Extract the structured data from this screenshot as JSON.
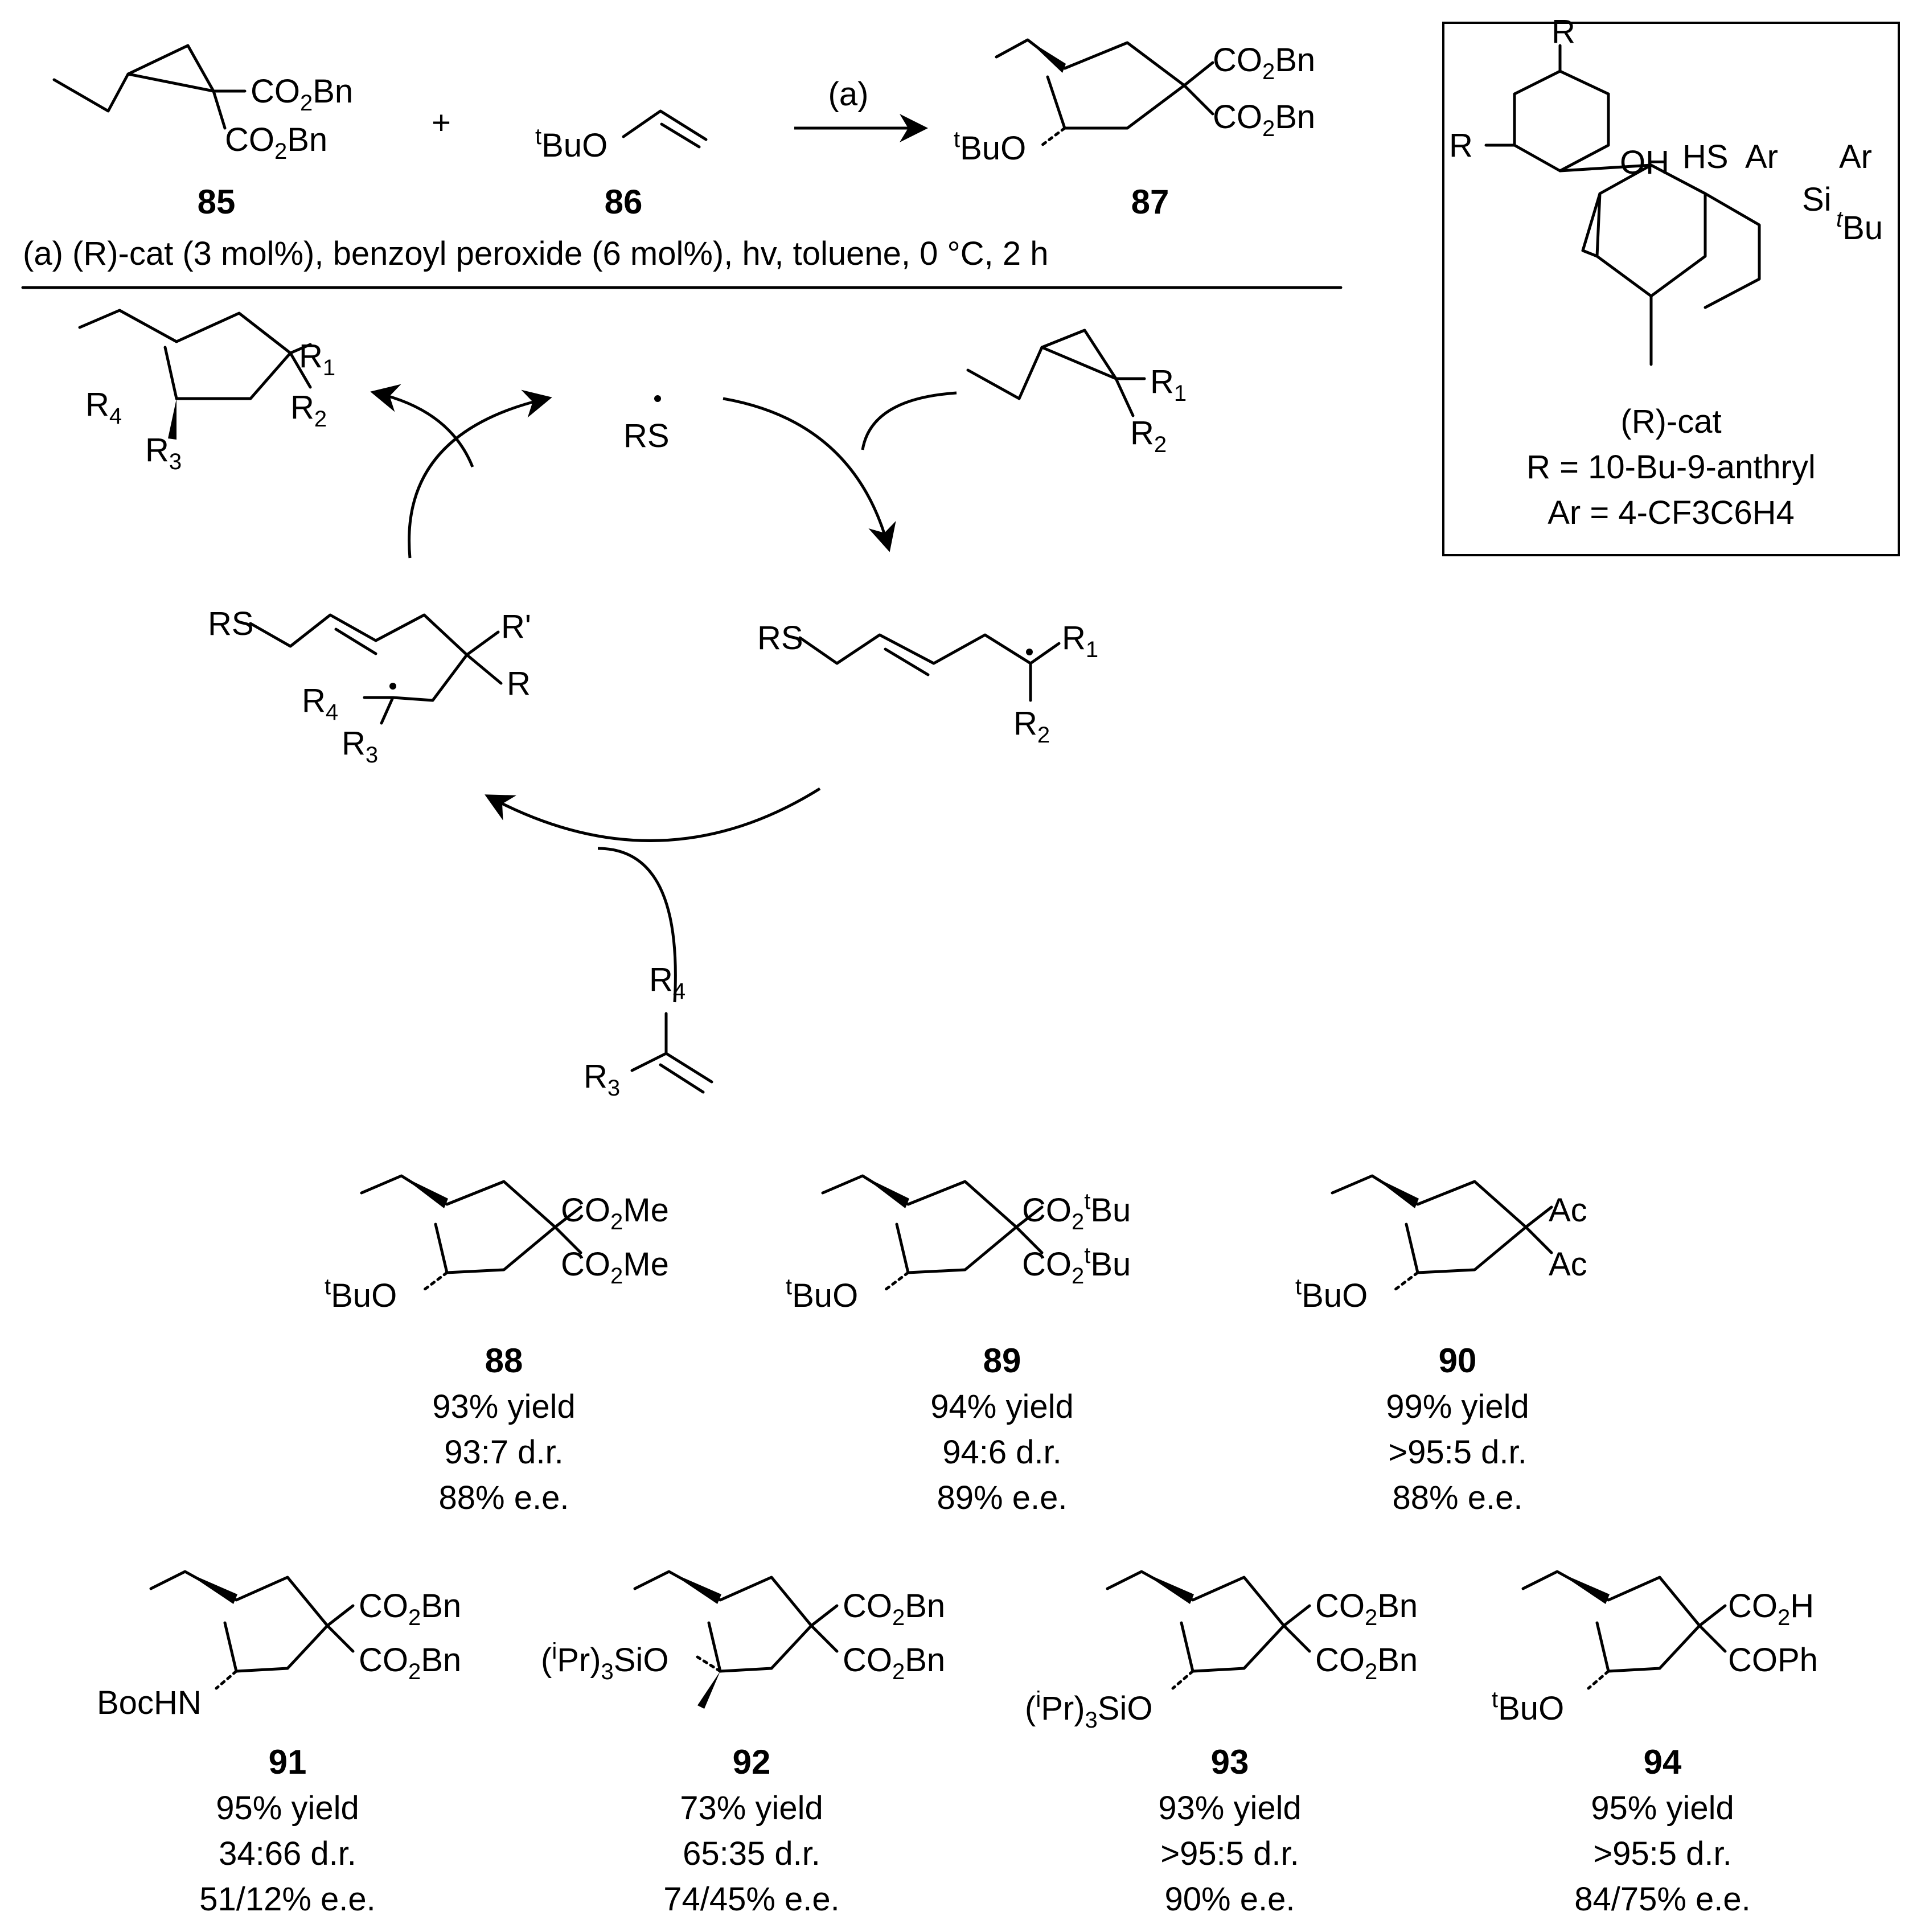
{
  "reaction": {
    "step_label": "(a)",
    "plus": "+",
    "compounds": {
      "c85": "85",
      "c86": "86",
      "c87": "87"
    },
    "labels": {
      "co2bn": "CO2Bn",
      "tbuo": "tBuO"
    },
    "conditions": "(a) (R)-cat (3 mol%), benzoyl peroxide (6 mol%), hv, toluene, 0 °C, 2 h"
  },
  "catalyst_box": {
    "r": "R",
    "oh": "OH",
    "hs": "HS",
    "ar": "Ar",
    "si": "Si",
    "tbu": "tBu",
    "name": "(R)-cat",
    "r_def": "R = 10-Bu-9-anthryl",
    "ar_def": "Ar = 4-CF3C6H4"
  },
  "cycle": {
    "radical": "RS",
    "r1": "R1",
    "r2": "R2",
    "r3": "R3",
    "r4": "R4",
    "rs": "RS",
    "r_prime": "R'",
    "r": "R"
  },
  "products": [
    {
      "id": "88",
      "top": "CO2Me",
      "bottom": "CO2Me",
      "left": "tBuO",
      "yield": "93% yield",
      "dr": "93:7 d.r.",
      "ee": "88% e.e."
    },
    {
      "id": "89",
      "top": "CO2tBu",
      "bottom": "CO2tBu",
      "left": "tBuO",
      "yield": "94% yield",
      "dr": "94:6 d.r.",
      "ee": "89% e.e."
    },
    {
      "id": "90",
      "top": "Ac",
      "bottom": "Ac",
      "left": "tBuO",
      "yield": "99% yield",
      "dr": ">95:5 d.r.",
      "ee": "88% e.e."
    },
    {
      "id": "91",
      "top": "CO2Bn",
      "bottom": "CO2Bn",
      "left": "BocHN",
      "yield": "95% yield",
      "dr": "34:66 d.r.",
      "ee": "51/12% e.e."
    },
    {
      "id": "92",
      "top": "CO2Bn",
      "bottom": "CO2Bn",
      "left": "(iPr)3SiO",
      "yield": "73% yield",
      "dr": "65:35 d.r.",
      "ee": "74/45% e.e."
    },
    {
      "id": "93",
      "top": "CO2Bn",
      "bottom": "CO2Bn",
      "left": "(iPr)3SiO",
      "yield": "93% yield",
      "dr": ">95:5 d.r.",
      "ee": "90% e.e."
    },
    {
      "id": "94",
      "top": "CO2H",
      "bottom": "COPh",
      "left": "tBuO",
      "yield": "95% yield",
      "dr": ">95:5 d.r.",
      "ee": "84/75% e.e."
    }
  ]
}
